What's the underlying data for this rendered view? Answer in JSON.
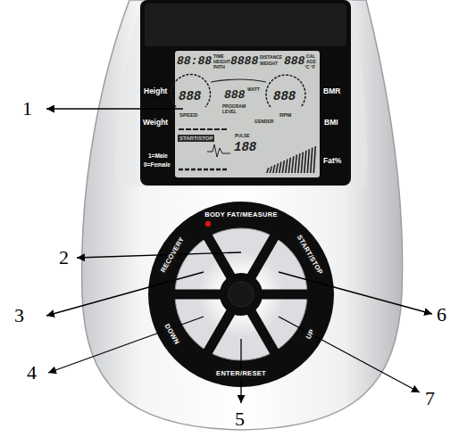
{
  "diagram": {
    "labels": [
      "1",
      "2",
      "3",
      "4",
      "5",
      "6",
      "7",
      "Height",
      "Weight",
      "1=Male",
      "0=Female",
      "BMR",
      "BMI",
      "Fat%",
      "88:88",
      "TIME",
      "HEIGHT",
      "PATH",
      "8888",
      "DISTANCE",
      "WEIGHT",
      "888",
      "CAL",
      "AGE",
      "°C °F",
      "888",
      "SPEED",
      "888",
      "WATT",
      "PROGRAM",
      "LEVEL",
      "888",
      "RPM",
      "GENDER",
      "START/STOP",
      "PULSE",
      "188",
      "BODY FAT/MEASURE",
      "START/STOP",
      "UP",
      "ENTER/RESET",
      "DOWN",
      "RECOVERY"
    ]
  }
}
